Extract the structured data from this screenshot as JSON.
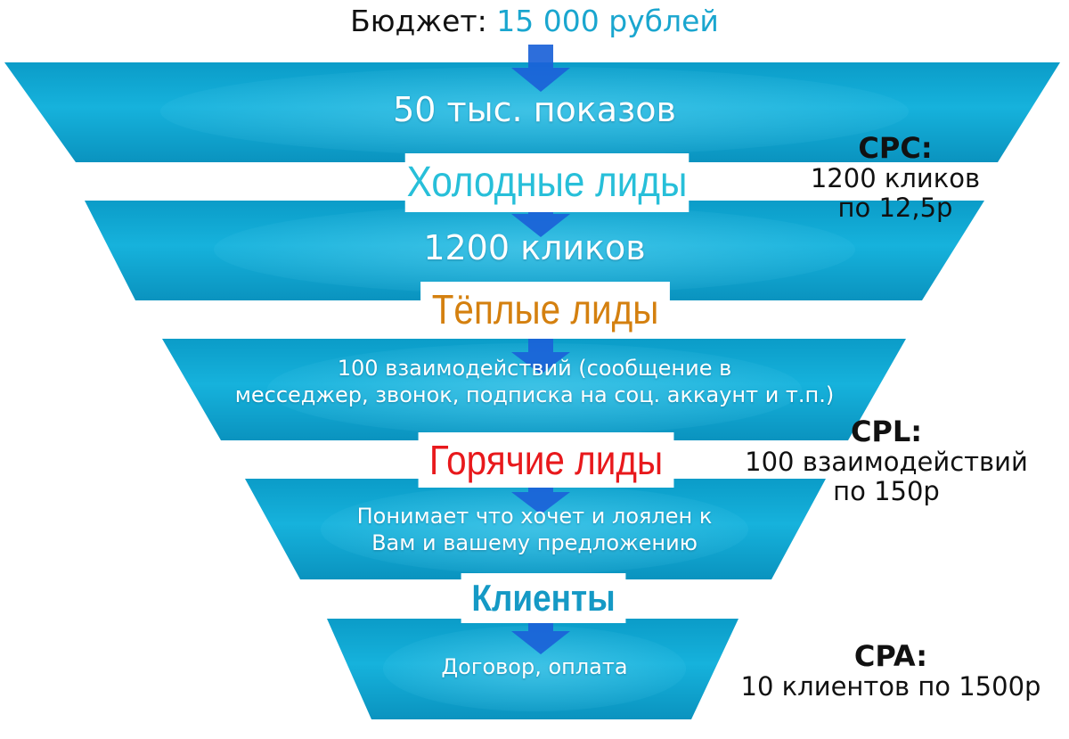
{
  "budget": {
    "label": "Бюджет:",
    "value": "15 000 рублей"
  },
  "colors": {
    "funnel_fill": "#0fa8d2",
    "funnel_light": "#4fc6e6",
    "funnel_dark": "#0787b0",
    "arrow": "#1b62d8",
    "cold": "#27bfd9",
    "warm": "#d4800f",
    "hot": "#e8191c",
    "clients": "#1599c5",
    "budget_value": "#1aa6cf"
  },
  "stages": [
    {
      "lines": [
        "50 тыс. показов"
      ]
    },
    {
      "lines": [
        "1200 кликов"
      ]
    },
    {
      "lines": [
        "100 взаимодействий (сообщение в",
        "месседжер, звонок, подписка на соц. аккаунт и т.п.)"
      ]
    },
    {
      "lines": [
        "Понимает что хочет и лоялен к",
        "Вам и вашему предложению"
      ]
    },
    {
      "lines": [
        "Договор, оплата"
      ]
    }
  ],
  "lead_labels": {
    "cold": "Холодные лиды",
    "warm": "Тёплые лиды",
    "hot": "Горячие лиды",
    "clients": "Клиенты"
  },
  "metrics": {
    "cpc": {
      "title": "CPC:",
      "line1": "1200 кликов",
      "line2": "по 12,5р"
    },
    "cpl": {
      "title": "CPL:",
      "line1": "100 взаимодействий",
      "line2": "по 150р"
    },
    "cpa": {
      "title": "CPA:",
      "line1": "10 клиентов по 1500р"
    }
  }
}
